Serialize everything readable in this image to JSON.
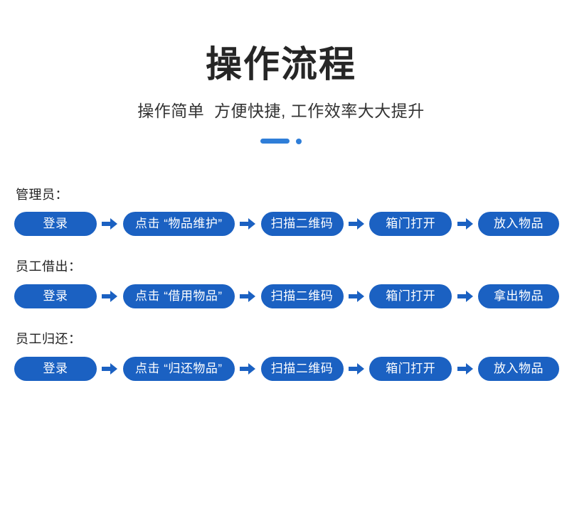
{
  "header": {
    "title": "操作流程",
    "subtitle": "操作简单  方便快捷, 工作效率大大提升",
    "divider_icon": "bar-dot-divider",
    "accent_color": "#2f7ed8"
  },
  "theme": {
    "pill_color": "#1b61c2",
    "pill_text_color": "#ffffff",
    "arrow_color": "#1b61c2",
    "title_color": "#262626",
    "background": "#ffffff"
  },
  "flows": [
    {
      "label": "管理员：",
      "steps": [
        {
          "text": "登录",
          "size": "w-login"
        },
        {
          "text": "点击 “物品维护”",
          "size": "w-click"
        },
        {
          "text": "扫描二维码",
          "size": "w-scan"
        },
        {
          "text": "箱门打开",
          "size": "w-door"
        },
        {
          "text": "放入物品",
          "size": "w-final"
        }
      ],
      "arrow_icon": "arrow-right-icon"
    },
    {
      "label": "员工借出：",
      "steps": [
        {
          "text": "登录",
          "size": "w-login"
        },
        {
          "text": "点击 “借用物品”",
          "size": "w-click"
        },
        {
          "text": "扫描二维码",
          "size": "w-scan"
        },
        {
          "text": "箱门打开",
          "size": "w-door"
        },
        {
          "text": "拿出物品",
          "size": "w-final"
        }
      ],
      "arrow_icon": "arrow-right-icon"
    },
    {
      "label": "员工归还：",
      "steps": [
        {
          "text": "登录",
          "size": "w-login"
        },
        {
          "text": "点击 “归还物品”",
          "size": "w-click"
        },
        {
          "text": "扫描二维码",
          "size": "w-scan"
        },
        {
          "text": "箱门打开",
          "size": "w-door"
        },
        {
          "text": "放入物品",
          "size": "w-final"
        }
      ],
      "arrow_icon": "arrow-right-icon"
    }
  ]
}
